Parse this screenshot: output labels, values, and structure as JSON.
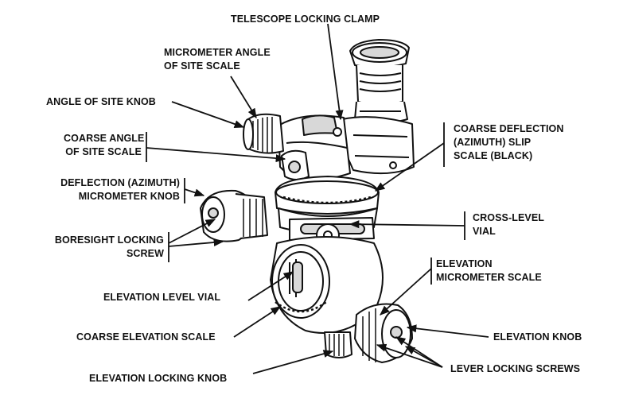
{
  "labels": {
    "telescope_locking_clamp": "TELESCOPE LOCKING CLAMP",
    "micrometer_angle_of_site_scale": "MICROMETER ANGLE\nOF SITE SCALE",
    "angle_of_site_knob": "ANGLE OF SITE KNOB",
    "coarse_angle_of_site_scale": "COARSE ANGLE\nOF SITE SCALE",
    "coarse_deflection_slip_scale": "COARSE DEFLECTION\n(AZIMUTH) SLIP\nSCALE (BLACK)",
    "deflection_micrometer_knob": "DEFLECTION (AZIMUTH)\nMICROMETER KNOB",
    "cross_level_vial": "CROSS-LEVEL\nVIAL",
    "boresight_locking_screw": "BORESIGHT LOCKING\nSCREW",
    "elevation_micrometer_scale": "ELEVATION\nMICROMETER SCALE",
    "elevation_level_vial": "ELEVATION LEVEL VIAL",
    "coarse_elevation_scale": "COARSE ELEVATION SCALE",
    "elevation_knob": "ELEVATION KNOB",
    "lever_locking_screws": "LEVER LOCKING SCREWS",
    "elevation_locking_knob": "ELEVATION LOCKING KNOB"
  },
  "colors": {
    "ink": "#111111",
    "paper": "#ffffff",
    "shade": "#d8d8d8"
  }
}
